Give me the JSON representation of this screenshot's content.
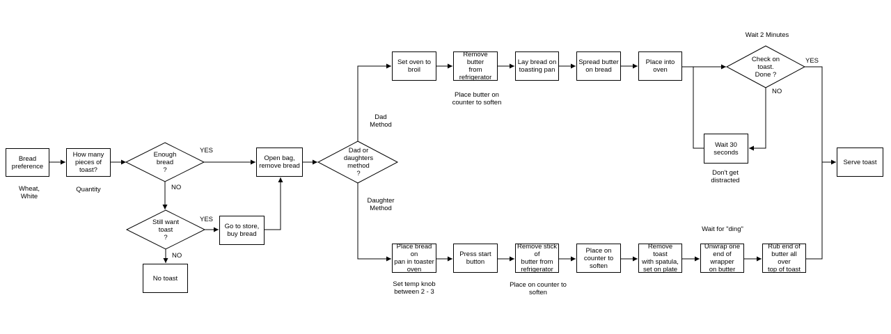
{
  "nodes": {
    "bread_pref": "Bread\npreference",
    "how_many": "How many\npieces of toast?",
    "enough": "Enough\nbread\n?",
    "open_bag": "Open bag,\nremove bread",
    "method": "Dad or\ndaughters\nmethod\n?",
    "still_want": "Still want\ntoast\n?",
    "go_store": "Go to store,\nbuy bread",
    "no_toast": "No toast",
    "set_oven": "Set oven to\nbroil",
    "remove_butter": "Remove butter\nfrom\nrefrigerator",
    "lay_bread": "Lay bread on\ntoasting pan",
    "spread_butter": "Spread butter\non bread",
    "place_oven": "Place into oven",
    "check_toast": "Check on\ntoast.\nDone ?",
    "wait30": "Wait 30\nseconds",
    "serve": "Serve toast",
    "place_bread_toaster": "Place bread on\npan in toaster\noven",
    "press_start": "Press start\nbutton",
    "remove_stick": "Remove stick of\nbutter from\nrefrigerator",
    "place_counter": "Place on\ncounter to\nsoften",
    "remove_toast": "Remove toast\nwith spatula,\nset on plate",
    "unwrap": "Unwrap one\nend of wrapper\non butter",
    "rub_butter": "Rub end of\nbutter all over\ntop of toast"
  },
  "labels": {
    "wheat_white": "Wheat,\nWhite",
    "quantity": "Quantity",
    "yes_enough": "YES",
    "no_enough": "NO",
    "yes_still": "YES",
    "no_still": "NO",
    "dad_method": "Dad\nMethod",
    "daughter_method": "Daughter\nMethod",
    "place_butter_soften": "Place butter on\ncounter to soften",
    "wait_2min": "Wait 2 Minutes",
    "yes_check": "YES",
    "no_check": "NO",
    "dont_distracted": "Don't get\ndistracted",
    "set_temp": "Set temp knob\nbetween 2 - 3",
    "place_counter_soften": "Place on counter to\nsoften",
    "wait_ding": "Wait for \"ding\""
  }
}
